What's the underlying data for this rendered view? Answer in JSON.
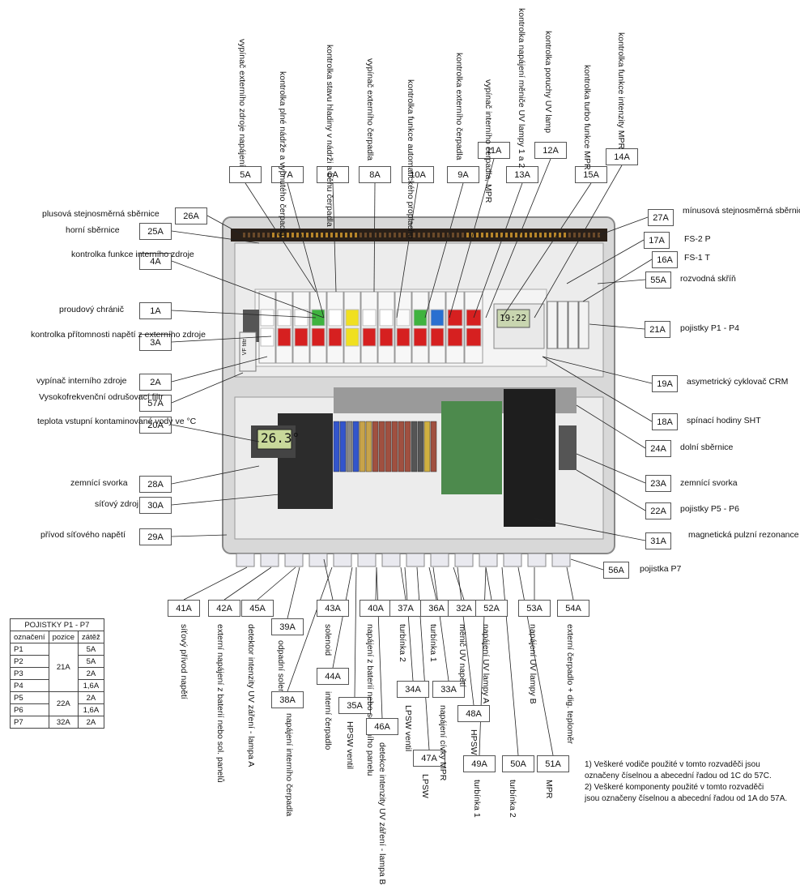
{
  "callouts": [
    {
      "code": "5A",
      "label": "vypínač externího zdroje napájení"
    },
    {
      "code": "7A",
      "label": "kontrolka plné nádrže a vypnutého čerpadla"
    },
    {
      "code": "6A",
      "label": "kontrolka stavu hladiny v nádrži a běhu čerpadla"
    },
    {
      "code": "8A",
      "label": "vypínač externího čerpadla"
    },
    {
      "code": "10A",
      "label": "kontrolka funkce automatického proplachu"
    },
    {
      "code": "9A",
      "label": "kontrolka externího čerpadla"
    },
    {
      "code": "11A",
      "label": "vypínač interního čerpadla, MPR"
    },
    {
      "code": "13A",
      "label": "kontrolka napájení měniče UV lampy 1 a 2"
    },
    {
      "code": "12A",
      "label": "kontrolka poruchy UV lamp"
    },
    {
      "code": "15A",
      "label": "kontrolka turbo funkce MPR"
    },
    {
      "code": "14A",
      "label": "kontrolka funkce intenzity MPR"
    },
    {
      "code": "26A",
      "label": "plusová stejnosměrná sběrnice"
    },
    {
      "code": "25A",
      "label": "horní sběrnice"
    },
    {
      "code": "4A",
      "label": "kontrolka funkce interního zdroje"
    },
    {
      "code": "1A",
      "label": "proudový chránič"
    },
    {
      "code": "3A",
      "label": "kontrolka přítomnosti napětí z externího zdroje"
    },
    {
      "code": "2A",
      "label": "vypínač interního zdroje"
    },
    {
      "code": "57A",
      "label": "Vysokofrekvenční odrušovací filtr"
    },
    {
      "code": "20A",
      "label": "teplota vstupní kontaminované vody ve °C"
    },
    {
      "code": "28A",
      "label": "zemnící svorka"
    },
    {
      "code": "30A",
      "label": "síťový zdroj"
    },
    {
      "code": "29A",
      "label": "přívod síťového napětí"
    },
    {
      "code": "27A",
      "label": "mínusová stejnosměrná sběrnice"
    },
    {
      "code": "17A",
      "label": "FS-2 P"
    },
    {
      "code": "16A",
      "label": "FS-1 T"
    },
    {
      "code": "55A",
      "label": "rozvodná skříň"
    },
    {
      "code": "21A",
      "label": "pojistky P1 - P4"
    },
    {
      "code": "19A",
      "label": "asymetrický cyklovač CRM"
    },
    {
      "code": "18A",
      "label": "spínací hodiny SHT"
    },
    {
      "code": "24A",
      "label": "dolní sběrnice"
    },
    {
      "code": "23A",
      "label": "zemnící svorka"
    },
    {
      "code": "22A",
      "label": "pojistky P5 - P6"
    },
    {
      "code": "31A",
      "label": "magnetická pulzní rezonance"
    },
    {
      "code": "56A",
      "label": "pojistka P7"
    },
    {
      "code": "41A",
      "label": "síťový přívod napětí"
    },
    {
      "code": "42A",
      "label": "externí napájení z baterií nebo sol. panelů"
    },
    {
      "code": "45A",
      "label": "detektor intenzity UV záření - lampa A"
    },
    {
      "code": "39A",
      "label": "odpadní solenoid"
    },
    {
      "code": "38A",
      "label": "napájení interního čerpadla"
    },
    {
      "code": "43A",
      "label": "solenoid"
    },
    {
      "code": "44A",
      "label": "interní čerpadlo"
    },
    {
      "code": "35A",
      "label": "HPSW ventil"
    },
    {
      "code": "40A",
      "label": "napájení z baterií nebo solárního panelu"
    },
    {
      "code": "46A",
      "label": "detekce intenzity UV záření - lampa B"
    },
    {
      "code": "37A",
      "label": "turbínka 2"
    },
    {
      "code": "34A",
      "label": "LPSW ventil"
    },
    {
      "code": "47A",
      "label": "LPSW"
    },
    {
      "code": "36A",
      "label": "turbínka 1"
    },
    {
      "code": "33A",
      "label": "napájení cívky MPR"
    },
    {
      "code": "32A",
      "label": "měnič UV napětí"
    },
    {
      "code": "48A",
      "label": "HPSW"
    },
    {
      "code": "52A",
      "label": "napájení UV lampy A"
    },
    {
      "code": "49A",
      "label": "turbínka 1"
    },
    {
      "code": "50A",
      "label": "turbínka 2"
    },
    {
      "code": "51A",
      "label": "MPR"
    },
    {
      "code": "53A",
      "label": "napájení UV lampy B"
    },
    {
      "code": "54A",
      "label": "externí čerpadlo + dig. teploměr"
    }
  ],
  "display": {
    "thermo": "26.3°",
    "timer": "19:22"
  },
  "device_texts": {
    "vf_filter": "VF filtr"
  },
  "fuse_table": {
    "title": "POJISTKY P1 - P7",
    "headers": [
      "označení",
      "pozice",
      "zátěž"
    ],
    "rows": [
      [
        "P1",
        "",
        "5A"
      ],
      [
        "P2",
        "21A",
        "5A"
      ],
      [
        "P3",
        "",
        "2A"
      ],
      [
        "P4",
        "",
        "1,6A"
      ],
      [
        "P5",
        "22A",
        "2A"
      ],
      [
        "P6",
        "",
        "1,6A"
      ],
      [
        "P7",
        "32A",
        "2A"
      ]
    ]
  },
  "notes": [
    "1) Veškeré vodiče použité v tomto rozvaděči jsou",
    "označeny číselnou a abecední řadou od 1C do 57C.",
    "2) Veškeré komponenty použité v tomto rozvaděči",
    "jsou označeny číselnou a abecední řadou od 1A do 57A."
  ],
  "colors": {
    "red": "#d62020",
    "green": "#3fb33f",
    "yellow": "#f0e020",
    "blue": "#2a6fd0",
    "busbar": "#3a2a1a"
  }
}
